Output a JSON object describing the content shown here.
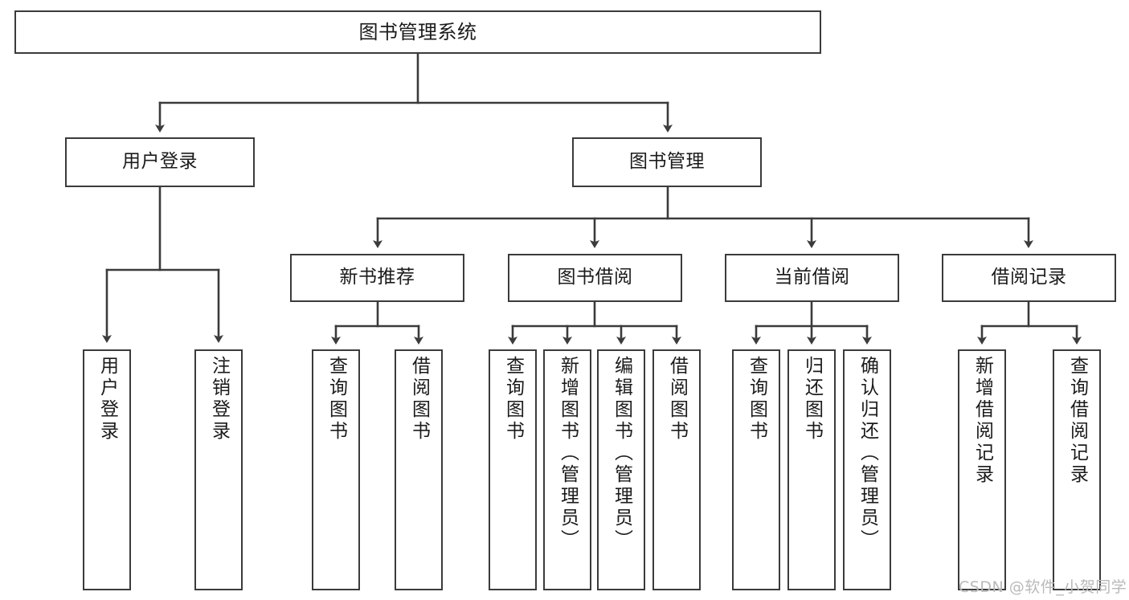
{
  "diagram": {
    "title": "图书管理系统",
    "type": "tree",
    "watermark": "CSDN @软件_小贺同学",
    "colors": {
      "stroke": "#3b3b3b",
      "fill": "#ffffff",
      "text": "#1b1b1b",
      "watermark": "#b9b9b9"
    },
    "nodes": {
      "root": {
        "label": "图书管理系统"
      },
      "level2": [
        {
          "id": "user-login",
          "label": "用户登录"
        },
        {
          "id": "book-manage",
          "label": "图书管理"
        }
      ],
      "level3": [
        {
          "id": "new-book-recommend",
          "label": "新书推荐"
        },
        {
          "id": "book-borrow",
          "label": "图书借阅"
        },
        {
          "id": "current-borrow",
          "label": "当前借阅"
        },
        {
          "id": "borrow-record",
          "label": "借阅记录"
        }
      ],
      "leaves": {
        "user-login": [
          {
            "id": "leaf-user-login",
            "label": "用户登录"
          },
          {
            "id": "leaf-logout",
            "label": "注销登录"
          }
        ],
        "new-book-recommend": [
          {
            "id": "leaf-query-book-1",
            "label": "查询图书"
          },
          {
            "id": "leaf-borrow-book-1",
            "label": "借阅图书"
          }
        ],
        "book-borrow": [
          {
            "id": "leaf-query-book-2",
            "label": "查询图书"
          },
          {
            "id": "leaf-add-book",
            "label": "新增图书（管理员）"
          },
          {
            "id": "leaf-edit-book",
            "label": "编辑图书（管理员）"
          },
          {
            "id": "leaf-borrow-book-2",
            "label": "借阅图书"
          }
        ],
        "current-borrow": [
          {
            "id": "leaf-query-book-3",
            "label": "查询图书"
          },
          {
            "id": "leaf-return-book",
            "label": "归还图书"
          },
          {
            "id": "leaf-confirm-return",
            "label": "确认归还（管理员）"
          }
        ],
        "borrow-record": [
          {
            "id": "leaf-add-record",
            "label": "新增借阅记录"
          },
          {
            "id": "leaf-query-record",
            "label": "查询借阅记录"
          }
        ]
      }
    }
  }
}
